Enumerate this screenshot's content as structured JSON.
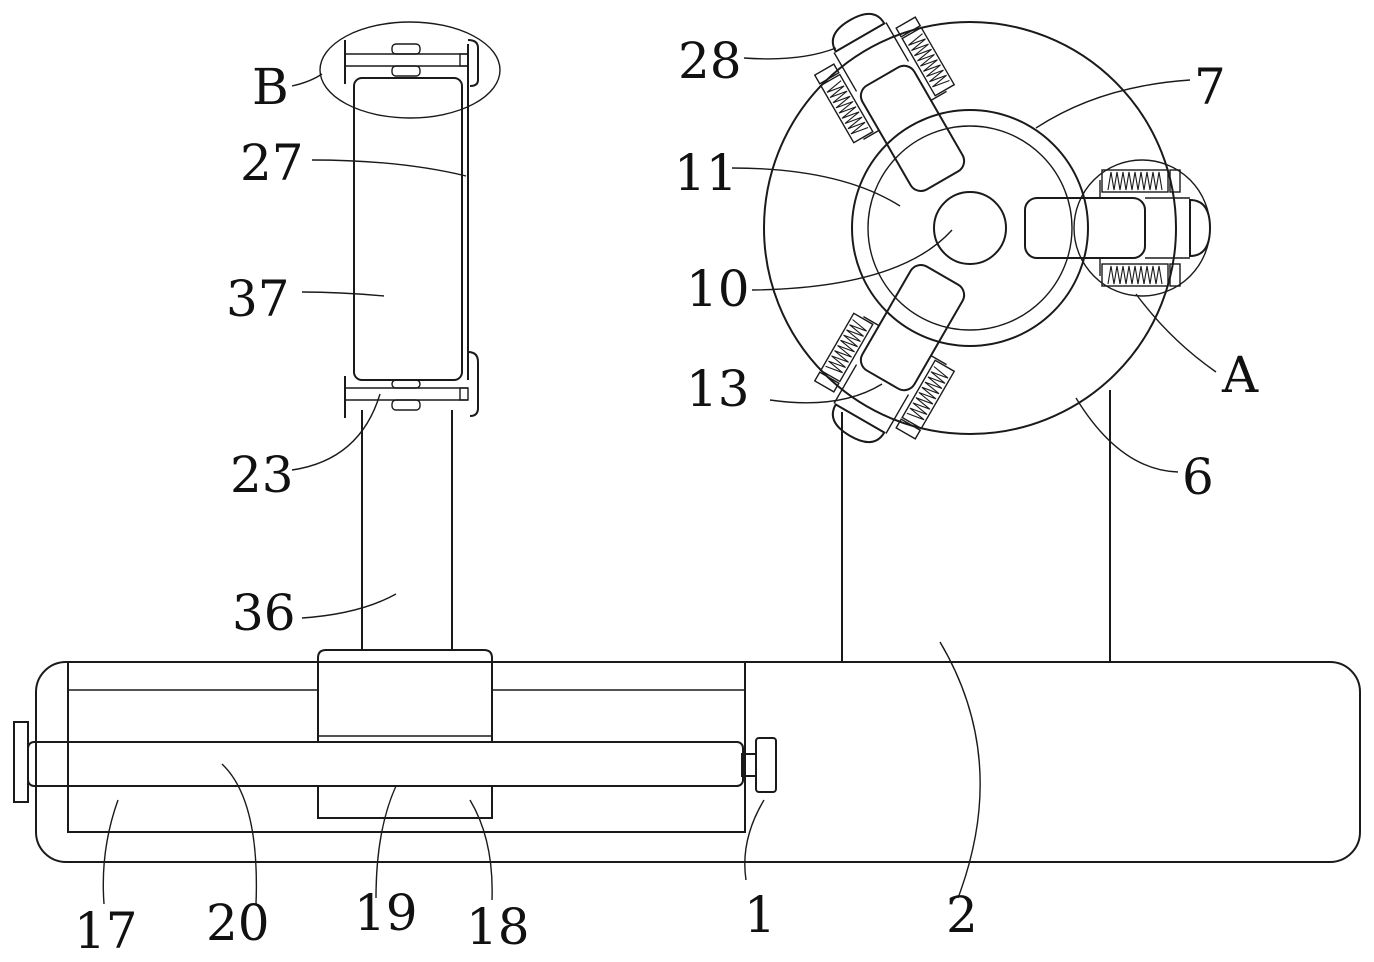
{
  "figure": {
    "labels": {
      "l1": "1",
      "l2": "2",
      "l6": "6",
      "l7": "7",
      "l10": "10",
      "l11": "11",
      "l13": "13",
      "l17": "17",
      "l18": "18",
      "l19": "19",
      "l20": "20",
      "l23": "23",
      "l27": "27",
      "l28": "28",
      "l36": "36",
      "l37": "37",
      "lA": "A",
      "lB": "B"
    }
  }
}
